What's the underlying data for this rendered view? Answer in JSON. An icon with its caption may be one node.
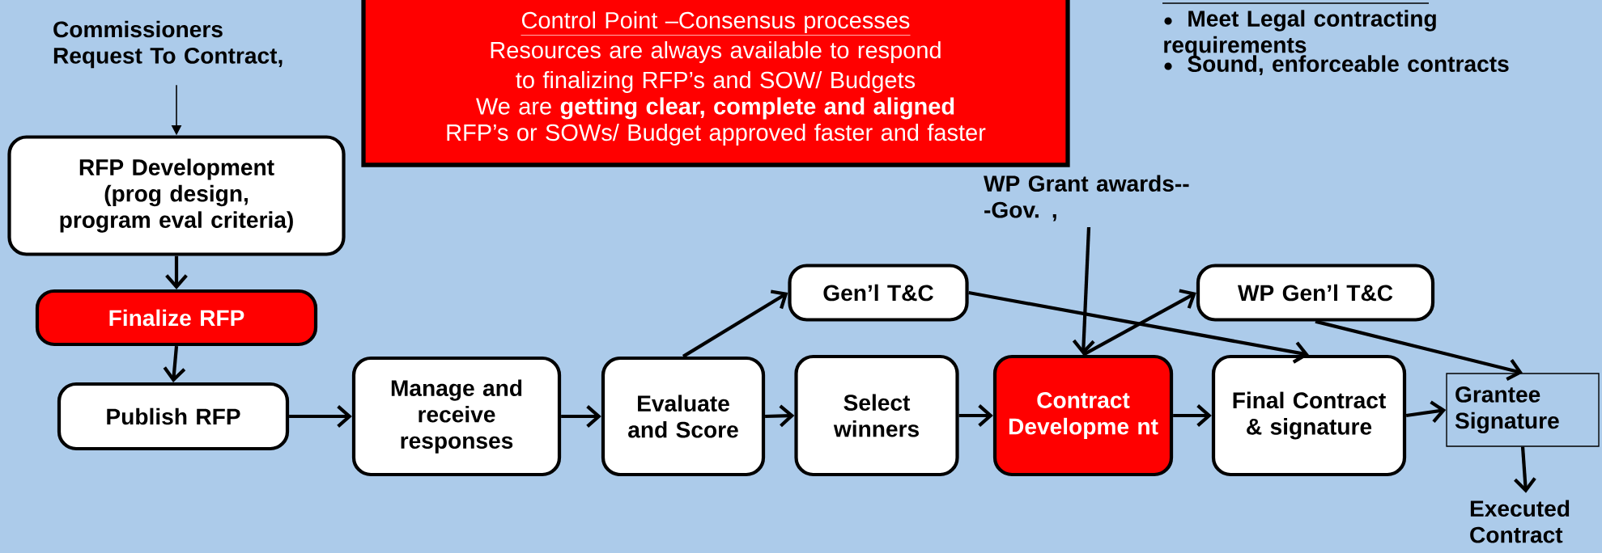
{
  "diagram": {
    "nodes": [
      {
        "text": [
          "Commissioners Request To Contract,"
        ]
      },
      {
        "text": [
          "RFP Development (prog design, program eval criteria)"
        ]
      },
      {
        "text": [
          "Finalize RFP"
        ]
      },
      {
        "text": [
          "Publish RFP"
        ]
      },
      {
        "text": [
          "Manage and receive responses"
        ]
      },
      {
        "text": [
          "Evaluate and Score"
        ]
      },
      {
        "text": [
          "Gen’l T&C"
        ]
      },
      {
        "text": [
          "Select winners"
        ]
      },
      {
        "text": [
          "WP Grant awards---Gov. ,"
        ]
      },
      {
        "text": [
          "Contract Developme nt"
        ]
      },
      {
        "text": [
          "WP Gen’l T&C"
        ]
      },
      {
        "text": [
          "Final Contract & signature"
        ]
      },
      {
        "text": [
          "Grantee Signature"
        ]
      },
      {
        "text": [
          "Executed Contract"
        ]
      },
      {
        "text": [
          "Control Point –Consensus processes",
          "Resources are always available to respond to finalizing RFP’s and SOW/ Budgets",
          "We are **getting clear, complete and aligned** RFP’s or SOWs/ Budget approved faster and faster"
        ]
      }
    ],
    "edges": [
      {
        "from": 0,
        "to": 1,
        "arrow": "to"
      },
      {
        "from": 1,
        "to": 2,
        "arrow": "to"
      },
      {
        "from": 2,
        "to": 3,
        "arrow": "to"
      },
      {
        "from": 3,
        "to": 4,
        "arrow": "to"
      },
      {
        "from": 4,
        "to": 5,
        "arrow": "to"
      },
      {
        "from": 5,
        "to": 6,
        "arrow": "to"
      },
      {
        "from": 5,
        "to": 7,
        "arrow": "to"
      },
      {
        "from": 6,
        "to": 11,
        "arrow": "to"
      },
      {
        "from": 7,
        "to": 9,
        "arrow": "to"
      },
      {
        "from": 8,
        "to": 9,
        "arrow": "to"
      },
      {
        "from": 9,
        "to": 10,
        "arrow": "to"
      },
      {
        "from": 9,
        "to": 11,
        "arrow": "to"
      },
      {
        "from": 10,
        "to": 12,
        "arrow": "to"
      },
      {
        "from": 11,
        "to": 12,
        "arrow": "to"
      },
      {
        "from": 12,
        "to": 13,
        "arrow": "to"
      }
    ],
    "labels": [
      "Meet Legal contracting requirements",
      "Sound, enforceable contracts"
    ]
  }
}
